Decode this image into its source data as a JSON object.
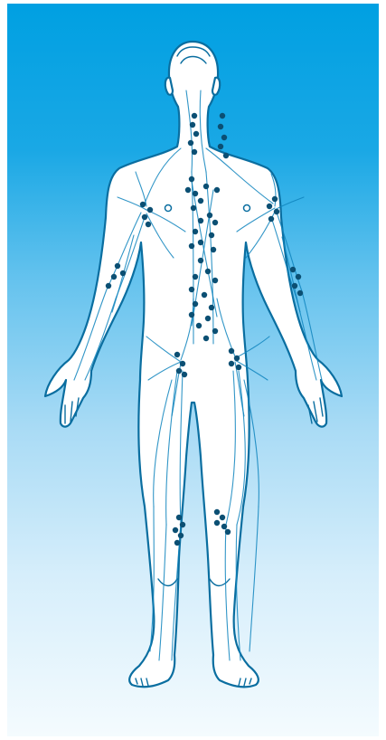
{
  "colors": {
    "background_top": "#00a0e2",
    "background_bottom": "#f4fbfe",
    "body_fill": "#ffffff",
    "outline": "#0a6ea0",
    "lymph_vessel": "#0e84bd",
    "lymph_node": "#0b4f73"
  },
  "diagram": {
    "subject": "human-body-front",
    "node_groups": [
      "cervical",
      "thoracic",
      "axillary",
      "elbow",
      "abdominal",
      "inguinal",
      "knee"
    ]
  }
}
